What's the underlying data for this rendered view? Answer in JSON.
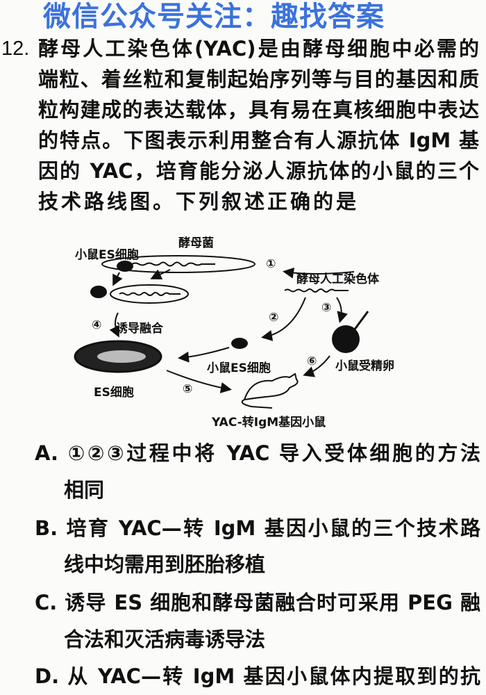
{
  "question": {
    "number": "12.",
    "lines": [
      "酵母人工染色体(YAC)是由酵母细胞中必需的",
      "端粒、着丝粒和复制起始序列等与目的基因和质",
      "粒构建成的表达载体，具有易在真核细胞中表达",
      "的特点。下图表示利用整合有人源抗体 IgM 基",
      "因的 YAC，培育能分泌人源抗体的小鼠的三个",
      "技术路线图。下列叙述正确的是"
    ]
  },
  "watermark": "微信公众号关注：趣找答案",
  "diagram": {
    "yeast": "酵母菌",
    "mouse_es_top": "小鼠ES细胞",
    "yac": "酵母人工染色体",
    "step1": "①",
    "step2": "②",
    "step3": "③",
    "step4": "④",
    "step5": "⑤",
    "step6": "⑥",
    "fusion": "诱导融合",
    "es_cells": "ES细胞",
    "mouse_es_mid": "小鼠ES细胞",
    "zygote": "小鼠受精卵",
    "result": "YAC-转IgM基因小鼠"
  },
  "options": [
    {
      "line1": "A. ①②③过程中将 YAC 导入受体细胞的方法",
      "line2": "相同"
    },
    {
      "line1": "B. 培育 YAC—转 IgM 基因小鼠的三个技术路",
      "line2": "线中均需用到胚胎移植"
    },
    {
      "line1": "C. 诱导 ES 细胞和酵母菌融合时可采用 PEG 融",
      "line2": "合法和灭活病毒诱导法"
    },
    {
      "line1": "D. 从 YAC—转 IgM 基因小鼠体内提取到的抗"
    }
  ]
}
